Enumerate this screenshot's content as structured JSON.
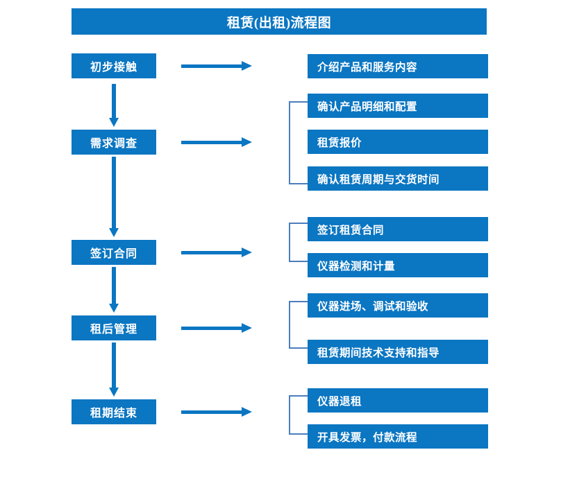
{
  "title": "租赁(出租)流程图",
  "colors": {
    "box_fill": "#0B76C2",
    "box_text": "#FFFFFF",
    "arrow": "#0B76C2",
    "bracket": "#4A7EBB",
    "background": "#FFFFFF"
  },
  "stages": [
    {
      "label": "初步接触"
    },
    {
      "label": "需求调查"
    },
    {
      "label": "签订合同"
    },
    {
      "label": "租后管理"
    },
    {
      "label": "租期结束"
    }
  ],
  "details": [
    {
      "label": "介绍产品和服务内容"
    },
    {
      "label": "确认产品明细和配置"
    },
    {
      "label": "租赁报价"
    },
    {
      "label": "确认租赁周期与交货时间"
    },
    {
      "label": "签订租赁合同"
    },
    {
      "label": "仪器检测和计量"
    },
    {
      "label": "仪器进场、调试和验收"
    },
    {
      "label": "租赁期间技术支持和指导"
    },
    {
      "label": "仪器退租"
    },
    {
      "label": "开具发票，付款流程"
    }
  ],
  "groups": [
    {
      "stage": "需求调查",
      "detail_indices": [
        1,
        2,
        3
      ]
    },
    {
      "stage": "签订合同",
      "detail_indices": [
        4,
        5
      ]
    },
    {
      "stage": "租后管理",
      "detail_indices": [
        6,
        7
      ]
    },
    {
      "stage": "租期结束",
      "detail_indices": [
        8,
        9
      ]
    }
  ]
}
